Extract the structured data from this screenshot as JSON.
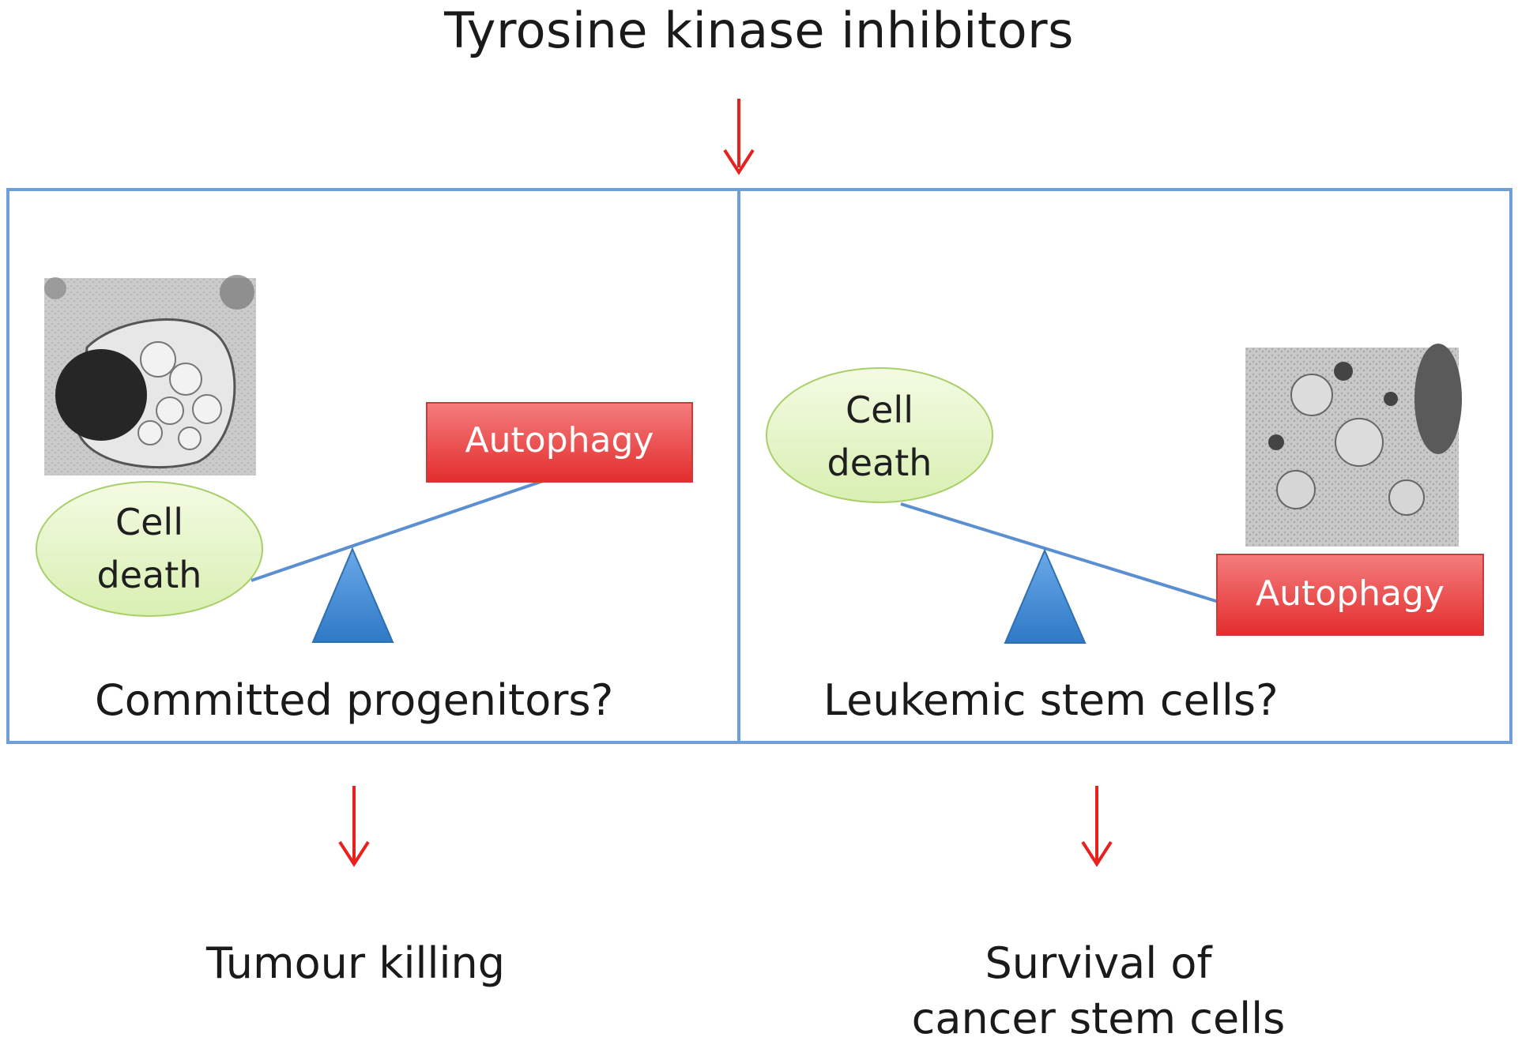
{
  "title": "Tyrosine kinase inhibitors",
  "left_panel": {
    "ellipse_line1": "Cell",
    "ellipse_line2": "death",
    "box_label": "Autophagy",
    "label": "Committed progenitors?",
    "outcome": "Tumour killing"
  },
  "right_panel": {
    "ellipse_line1": "Cell",
    "ellipse_line2": "death",
    "box_label": "Autophagy",
    "label": "Leukemic stem cells?",
    "outcome_line1": "Survival of",
    "outcome_line2": "cancer stem cells"
  },
  "colors": {
    "frame": "#6f9fd6",
    "arrow": "#e8201e",
    "ellipse_fill": "#e7f5cc",
    "box_fill": "#ee4a4a",
    "fulcrum": "#3e86d2"
  }
}
